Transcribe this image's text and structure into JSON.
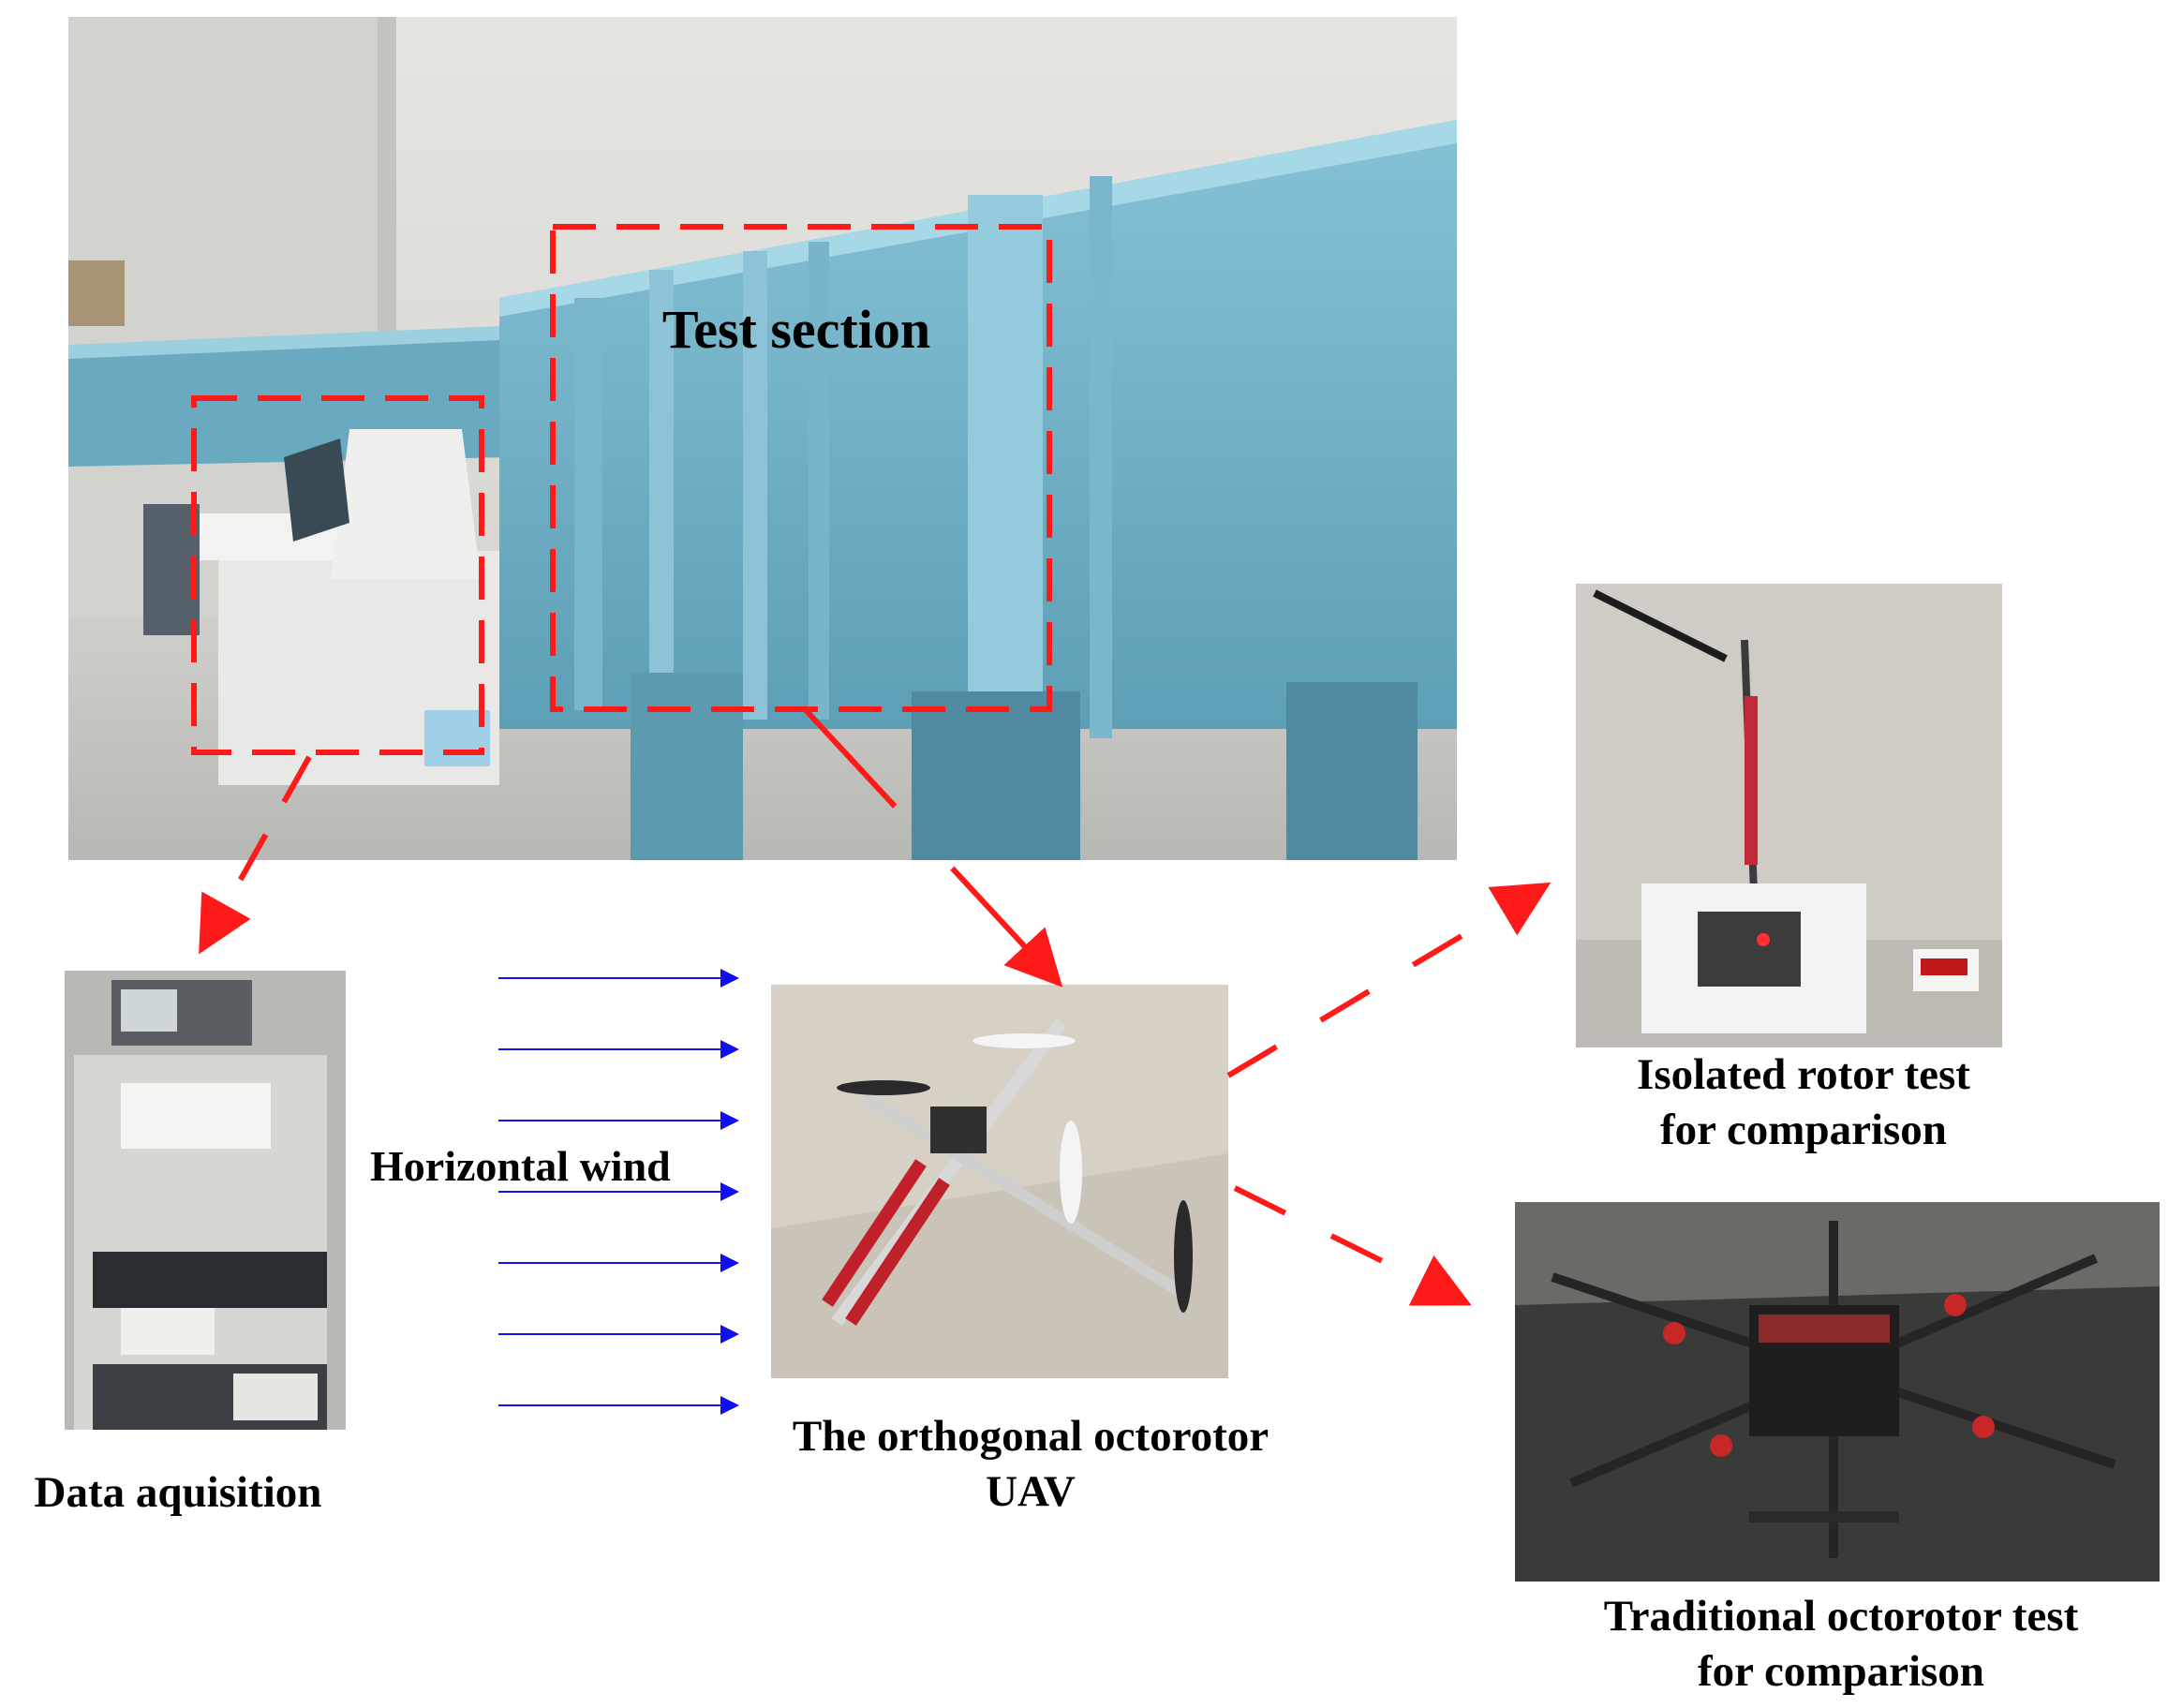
{
  "labels": {
    "test_section": "Test section",
    "horizontal_wind": "Horizontal wind",
    "data_acquisition": "Data aquisition",
    "orthogonal_line1": "The orthogonal octorotor",
    "orthogonal_line2": "UAV",
    "isolated_line1": "Isolated rotor test",
    "isolated_line2": "for comparison",
    "traditional_line1": "Traditional octorotor test",
    "traditional_line2": "for comparison"
  },
  "colors": {
    "highlight": "#ff1a1a",
    "wind": "#1010ee",
    "tunnel": "#6fb0c6",
    "wall": "#dcdcd8",
    "floor": "#c8c8c4"
  },
  "icons": {
    "wind_arrows": "right-arrow-icon",
    "callout_arrows": "red-arrow-icon"
  }
}
